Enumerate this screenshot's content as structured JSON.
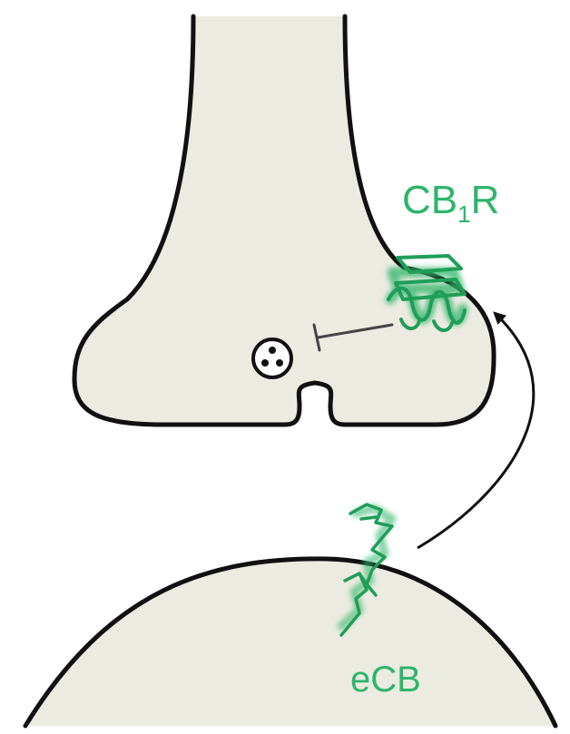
{
  "labels": {
    "receptor": "CB",
    "receptor_subscript": "1",
    "receptor_suffix": "R",
    "ligand": "eCB"
  },
  "colors": {
    "membrane": "#111111",
    "cytoplasm": "#ecebe1",
    "accent_green": "#2db56a",
    "arrow": "#111111",
    "inhibition": "#444444"
  }
}
